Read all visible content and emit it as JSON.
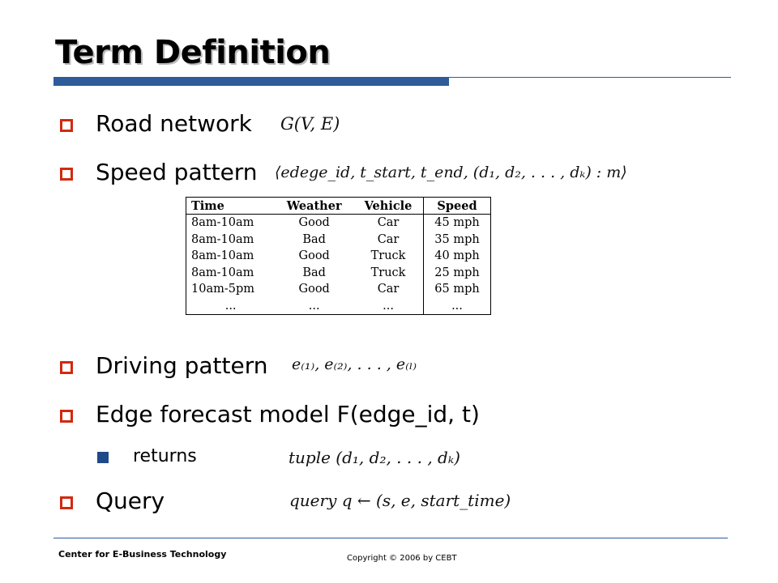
{
  "slide": {
    "title": "Term Definition",
    "bullets": [
      {
        "label": "Road network",
        "formula": "G(V, E)"
      },
      {
        "label": "Speed pattern",
        "formula": "⟨edege_id, t_start, t_end, (d₁, d₂, . . . , dₖ) : m⟩"
      },
      {
        "label": "Driving pattern",
        "formula": "e₍₁₎, e₍₂₎, . . . , e₍ₗ₎"
      },
      {
        "label": "Edge forecast model F(edge_id, t)"
      },
      {
        "label": "Query",
        "formula": "query q ← (s, e, start_time)"
      }
    ],
    "sub_bullet": {
      "label": "returns",
      "formula": "tuple (d₁, d₂, . . . , dₖ)"
    }
  },
  "speed_table": {
    "headers": [
      "Time",
      "Weather",
      "Vehicle",
      "Speed"
    ],
    "rows": [
      [
        "8am-10am",
        "Good",
        "Car",
        "45 mph"
      ],
      [
        "8am-10am",
        "Bad",
        "Car",
        "35 mph"
      ],
      [
        "8am-10am",
        "Good",
        "Truck",
        "40 mph"
      ],
      [
        "8am-10am",
        "Bad",
        "Truck",
        "25 mph"
      ],
      [
        "10am-5pm",
        "Good",
        "Car",
        "65 mph"
      ],
      [
        "...",
        "...",
        "...",
        "..."
      ]
    ]
  },
  "footer": {
    "left": "Center for E-Business Technology",
    "right": "Copyright © 2006 by CEBT"
  },
  "colors": {
    "accent_blue": "#2e5c9a",
    "bullet_red": "#d12a10",
    "sub_bullet_blue": "#1f4a8a"
  }
}
